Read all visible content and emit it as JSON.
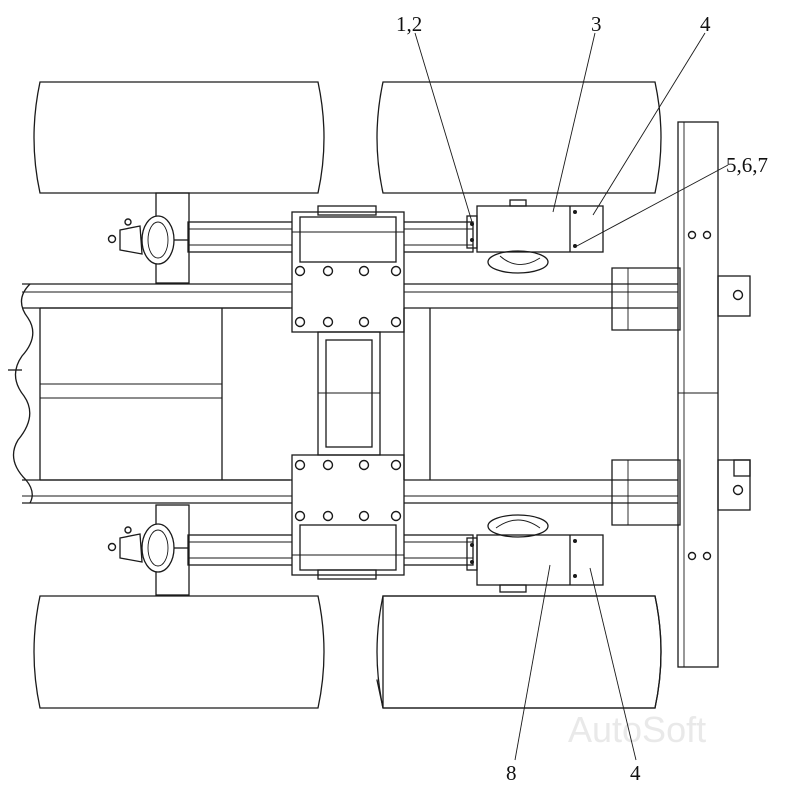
{
  "labels": {
    "l12": "1,2",
    "l3": "3",
    "l4_top": "4",
    "l567": "5,6,7",
    "l8": "8",
    "l4_bottom": "4"
  },
  "watermark": "AutoSoft",
  "colors": {
    "line": "#1a1a1a",
    "background": "#ffffff",
    "watermark": "#e9e9e9"
  }
}
